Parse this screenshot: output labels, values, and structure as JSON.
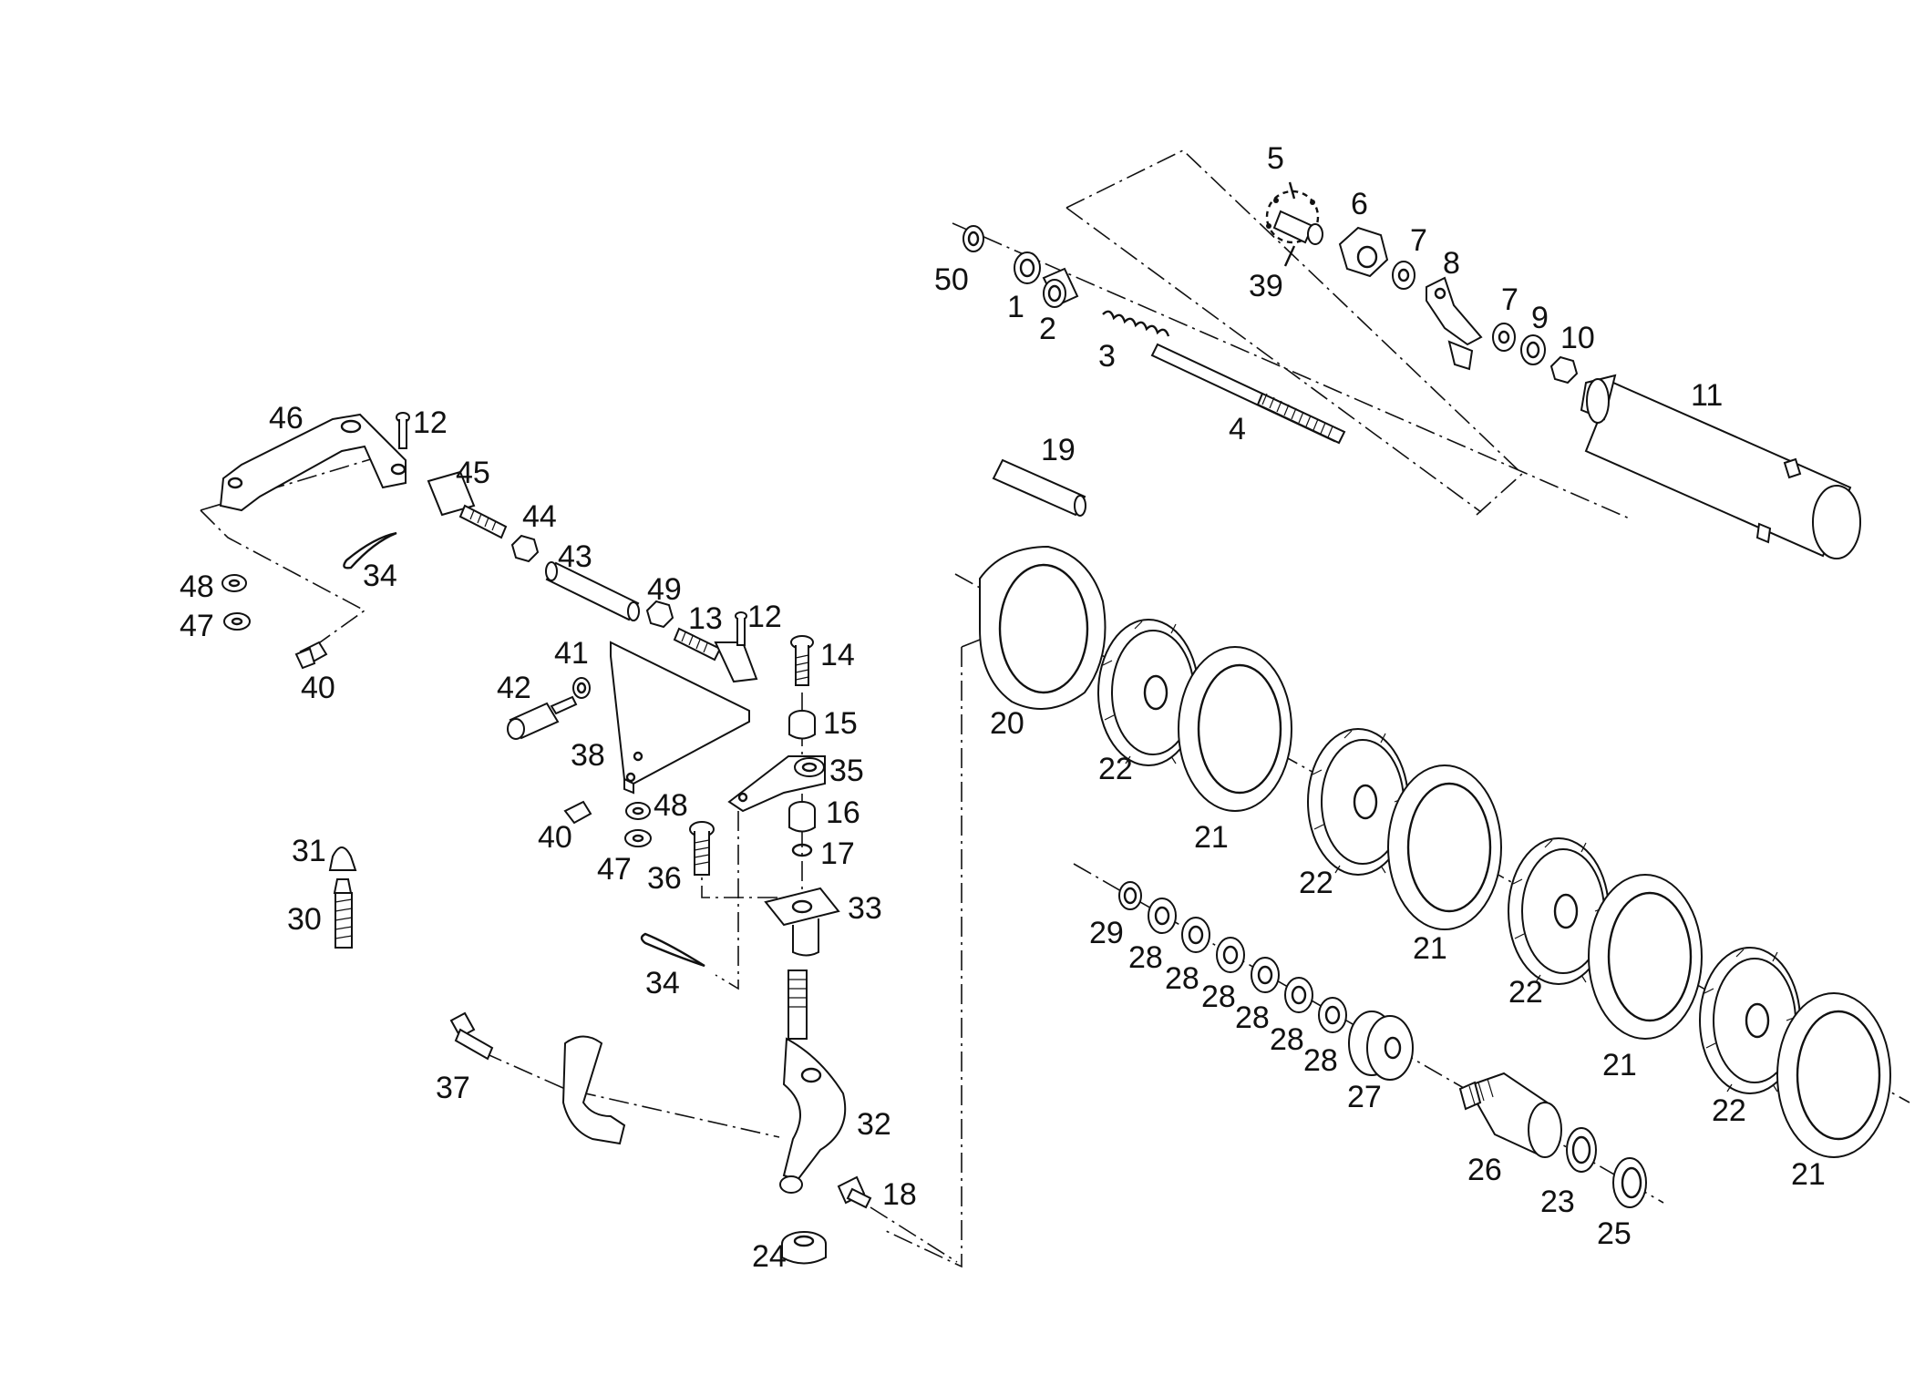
{
  "diagram": {
    "parts": [
      {
        "id": "p50",
        "label": "50"
      },
      {
        "id": "p1",
        "label": "1"
      },
      {
        "id": "p2",
        "label": "2"
      },
      {
        "id": "p3",
        "label": "3"
      },
      {
        "id": "p4",
        "label": "4"
      },
      {
        "id": "p5",
        "label": "5"
      },
      {
        "id": "p39",
        "label": "39"
      },
      {
        "id": "p6",
        "label": "6"
      },
      {
        "id": "p7a",
        "label": "7"
      },
      {
        "id": "p8",
        "label": "8"
      },
      {
        "id": "p7b",
        "label": "7"
      },
      {
        "id": "p9",
        "label": "9"
      },
      {
        "id": "p10",
        "label": "10"
      },
      {
        "id": "p11",
        "label": "11"
      },
      {
        "id": "p19",
        "label": "19"
      },
      {
        "id": "p46",
        "label": "46"
      },
      {
        "id": "p12a",
        "label": "12"
      },
      {
        "id": "p45",
        "label": "45"
      },
      {
        "id": "p44",
        "label": "44"
      },
      {
        "id": "p34a",
        "label": "34"
      },
      {
        "id": "p43",
        "label": "43"
      },
      {
        "id": "p48a",
        "label": "48"
      },
      {
        "id": "p47a",
        "label": "47"
      },
      {
        "id": "p40a",
        "label": "40"
      },
      {
        "id": "p49",
        "label": "49"
      },
      {
        "id": "p13",
        "label": "13"
      },
      {
        "id": "p12b",
        "label": "12"
      },
      {
        "id": "p14",
        "label": "14"
      },
      {
        "id": "p41",
        "label": "41"
      },
      {
        "id": "p42",
        "label": "42"
      },
      {
        "id": "p15",
        "label": "15"
      },
      {
        "id": "p38",
        "label": "38"
      },
      {
        "id": "p35",
        "label": "35"
      },
      {
        "id": "p40b",
        "label": "40"
      },
      {
        "id": "p48b",
        "label": "48"
      },
      {
        "id": "p16",
        "label": "16"
      },
      {
        "id": "p17",
        "label": "17"
      },
      {
        "id": "p47b",
        "label": "47"
      },
      {
        "id": "p36",
        "label": "36"
      },
      {
        "id": "p33",
        "label": "33"
      },
      {
        "id": "p31",
        "label": "31"
      },
      {
        "id": "p30",
        "label": "30"
      },
      {
        "id": "p34b",
        "label": "34"
      },
      {
        "id": "p37",
        "label": "37"
      },
      {
        "id": "p32",
        "label": "32"
      },
      {
        "id": "p18",
        "label": "18"
      },
      {
        "id": "p24",
        "label": "24"
      },
      {
        "id": "p20",
        "label": "20"
      },
      {
        "id": "p22a",
        "label": "22"
      },
      {
        "id": "p21a",
        "label": "21"
      },
      {
        "id": "p22b",
        "label": "22"
      },
      {
        "id": "p21b",
        "label": "21"
      },
      {
        "id": "p22c",
        "label": "22"
      },
      {
        "id": "p21c",
        "label": "21"
      },
      {
        "id": "p22d",
        "label": "22"
      },
      {
        "id": "p21d",
        "label": "21"
      },
      {
        "id": "p29",
        "label": "29"
      },
      {
        "id": "p28a",
        "label": "28"
      },
      {
        "id": "p28b",
        "label": "28"
      },
      {
        "id": "p28c",
        "label": "28"
      },
      {
        "id": "p28d",
        "label": "28"
      },
      {
        "id": "p28e",
        "label": "28"
      },
      {
        "id": "p28f",
        "label": "28"
      },
      {
        "id": "p27",
        "label": "27"
      },
      {
        "id": "p26",
        "label": "26"
      },
      {
        "id": "p23",
        "label": "23"
      },
      {
        "id": "p25",
        "label": "25"
      }
    ]
  }
}
